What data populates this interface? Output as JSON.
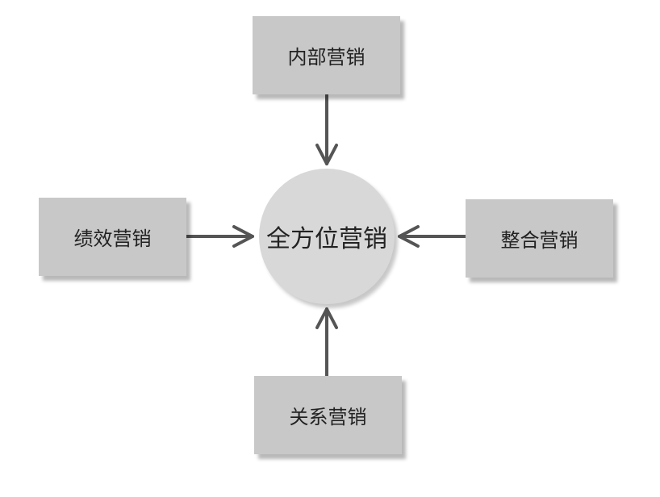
{
  "diagram": {
    "center": {
      "label": "全方位营销"
    },
    "nodes": {
      "top": {
        "label": "内部营销"
      },
      "left": {
        "label": "绩效营销"
      },
      "right": {
        "label": "整合营销"
      },
      "bottom": {
        "label": "关系营销"
      }
    },
    "colors": {
      "box_fill": "#c8c8c8",
      "circle_fill": "#d8d8d8",
      "arrow": "#555555",
      "text": "#222222"
    }
  }
}
